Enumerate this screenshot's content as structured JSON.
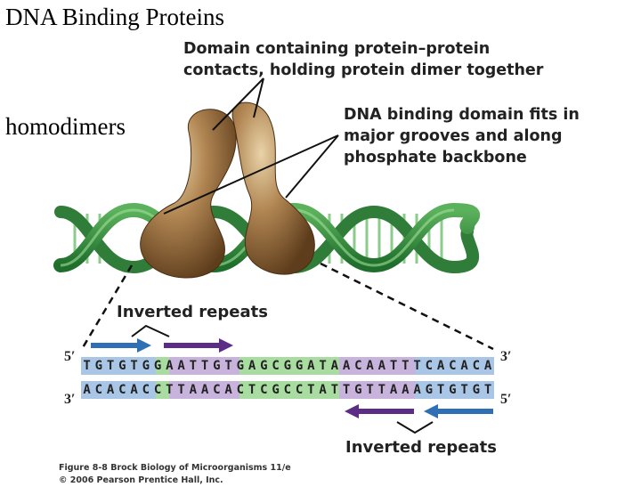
{
  "title": "DNA Binding Proteins",
  "subtitle": "homodimers",
  "callouts": {
    "dimer_contact": [
      "Domain containing protein–protein",
      "contacts, holding protein dimer together"
    ],
    "dna_binding": [
      "DNA binding domain fits in",
      "major grooves and along",
      "phosphate backbone"
    ]
  },
  "sequence": {
    "top_strand": "TGTGTGGAATTGTGAGCGGATAACAATTTCACACA",
    "bottom_strand": "ACACACCTTAACACTCGCCTATTGTTAAAGTGTGT",
    "top_left_label": "5′",
    "top_right_label": "3′",
    "bottom_left_label": "3′",
    "bottom_right_label": "5′"
  },
  "inverted_repeats_label_top": "Inverted repeats",
  "inverted_repeats_label_bottom": "Inverted repeats",
  "caption": [
    "Figure 8-8 Brock Biology of Microorganisms 11/e",
    "© 2006 Pearson Prentice Hall, Inc."
  ],
  "colors": {
    "helix_dark": "#2e8b3e",
    "helix_light": "#8fd08f",
    "protein": "#a27c4d",
    "seq_blue": "#a9c6e6",
    "seq_green": "#a9dca0",
    "seq_purple": "#c7b3dc",
    "arrow_blue": "#2f6fb5",
    "arrow_purple": "#5b2d86"
  }
}
